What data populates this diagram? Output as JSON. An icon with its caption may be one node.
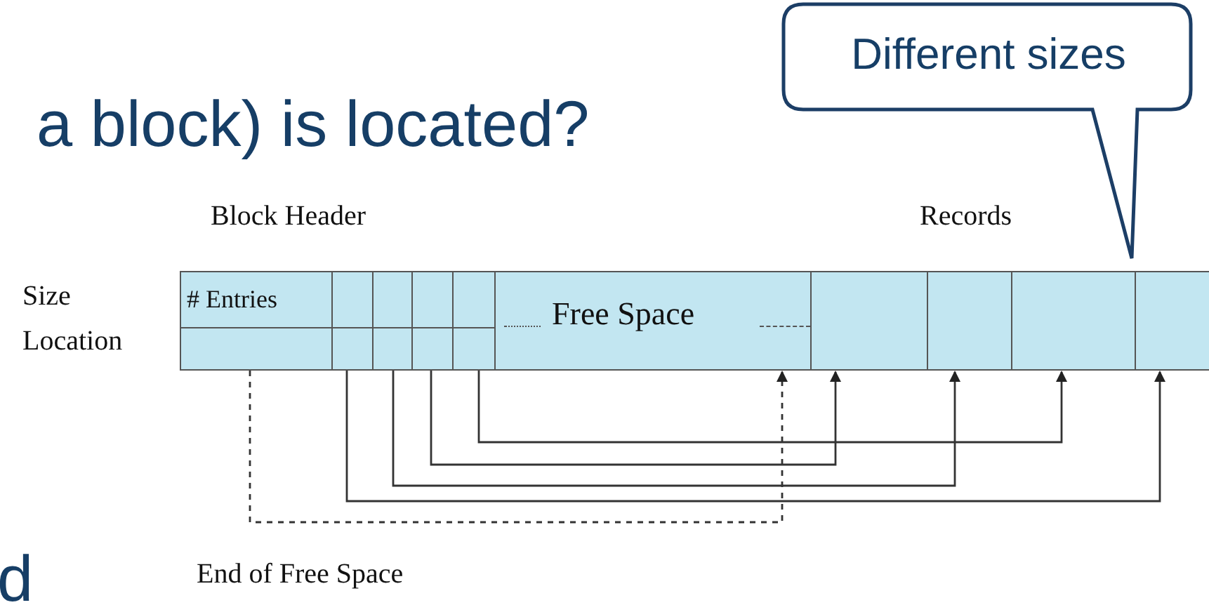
{
  "diagram": {
    "nodes": [
      {
        "text": [
          "# Entries"
        ]
      },
      {
        "text": [],
        "shape": "box"
      },
      {
        "text": [],
        "shape": "box"
      },
      {
        "text": [],
        "shape": "box"
      },
      {
        "text": [],
        "shape": "box"
      },
      {
        "text": [
          "Free Space"
        ]
      },
      {
        "text": [],
        "shape": "box"
      },
      {
        "text": [],
        "shape": "box"
      },
      {
        "text": [],
        "shape": "box"
      },
      {
        "text": [],
        "shape": "box"
      },
      {
        "text": [
          "Different sizes"
        ]
      }
    ],
    "edges": [
      {
        "from": 0,
        "to": 5,
        "arrow": "to",
        "style": "dashed"
      },
      {
        "from": 1,
        "to": 9,
        "arrow": "to"
      },
      {
        "from": 2,
        "to": 7,
        "arrow": "to"
      },
      {
        "from": 3,
        "to": 6,
        "arrow": "to"
      },
      {
        "from": 4,
        "to": 8,
        "arrow": "to"
      }
    ],
    "labels": [
      "a block) is located?",
      "Block Header",
      "Records",
      "Size",
      "Location",
      "End of Free Space",
      "d"
    ]
  }
}
